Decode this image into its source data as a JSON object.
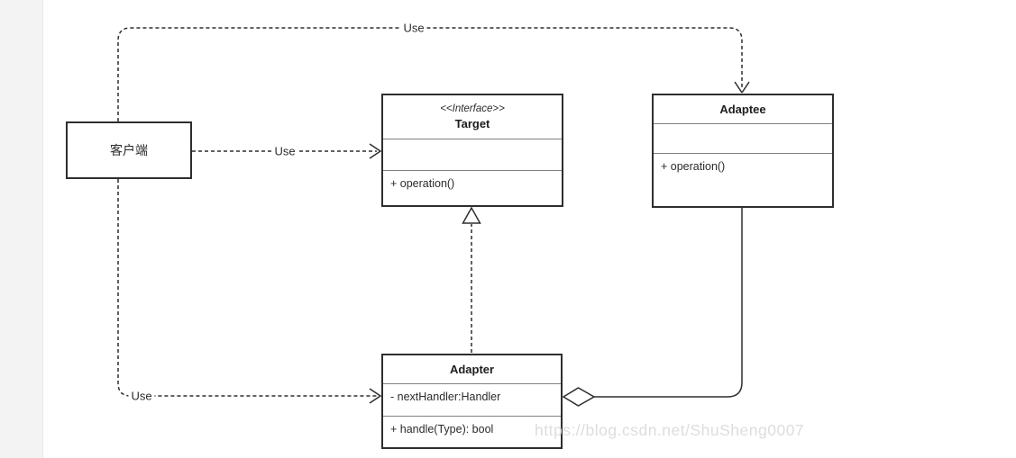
{
  "diagram": {
    "boxes": {
      "client": {
        "title": "客户端"
      },
      "target": {
        "stereotype": "<<Interface>>",
        "title": "Target",
        "attributes": [],
        "methods": [
          "+ operation()"
        ]
      },
      "adaptee": {
        "title": "Adaptee",
        "attributes": [],
        "methods": [
          "+ operation()"
        ]
      },
      "adapter": {
        "title": "Adapter",
        "attributes": [
          "- nextHandler:Handler"
        ],
        "methods": [
          "+ handle(Type): bool"
        ]
      }
    },
    "edges": {
      "client_target_label": "Use",
      "client_adaptee_label": "Use",
      "client_adapter_label": "Use"
    },
    "watermark": "https://blog.csdn.net/ShuSheng0007",
    "colors": {
      "line": "#2e2e2e",
      "box_border": "#2e2e2e",
      "background": "#ffffff",
      "side_strip": "#f3f3f3",
      "watermark": "#dfdcdc"
    }
  }
}
